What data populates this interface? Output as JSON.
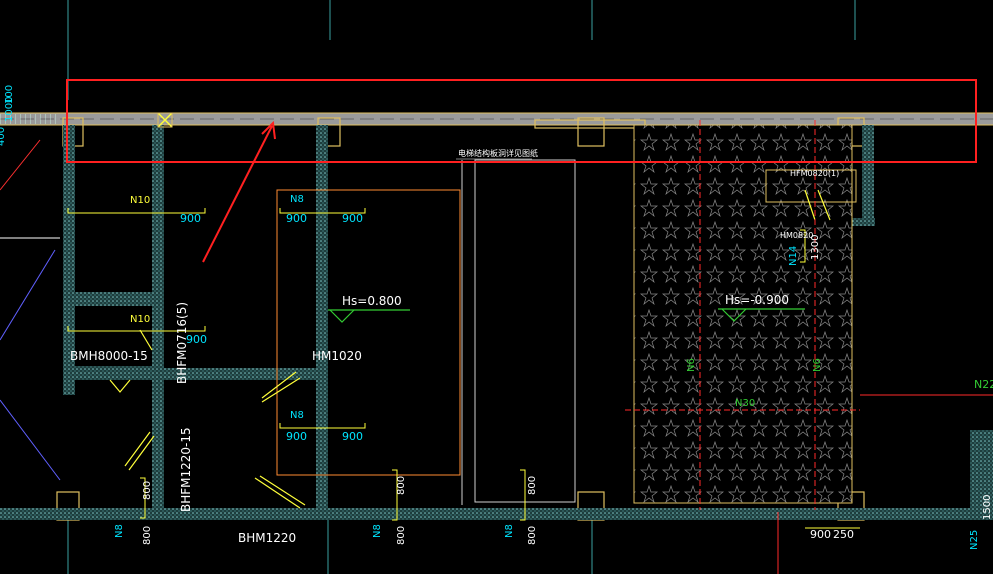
{
  "drawing": {
    "annotation_note": "电梯结构板洞详见图纸",
    "labels": {
      "n10_a": "N10",
      "n10_b": "N10",
      "n8_a": "N8",
      "n8_b": "N8",
      "n8_c": "N8",
      "n8_d": "N8",
      "n8_e": "N8",
      "n14": "N14",
      "n6_left": "N6",
      "n6_right": "N6",
      "n30": "N30",
      "n22": "N22",
      "n25": "N25"
    },
    "dims": {
      "d900_1": "900",
      "d900_2": "900",
      "d900_3": "900",
      "d900_4": "900",
      "d900_5": "900",
      "d900_6": "900",
      "d900_bottom": "900",
      "d250": "250",
      "v1000": "1000",
      "v800_1": "800",
      "v800_2": "800",
      "v800_3": "800",
      "v800_4": "800",
      "v800_5": "800",
      "v800_6": "800",
      "v1300": "1300",
      "v1500": "1500",
      "v100_top": "100",
      "v400_top": "400"
    },
    "door_tags": {
      "bmh8000": "BMH8000-15",
      "bhfm0716": "BHFM0716(5)",
      "hm1020": "HM1020",
      "bhfm1220": "BHFM1220-15",
      "bhm1220": "BHM1220",
      "hfm0820": "HFM0820(1)",
      "hm0820": "HM0820"
    },
    "elevations": {
      "hs_left": "Hs=0.800",
      "hs_right": "Hs=-0.900"
    }
  },
  "colors": {
    "background": "#000000",
    "wall_hatch": "#5fb6b6",
    "cyan": "#00e5ff",
    "yellow": "#ffff3a",
    "orange": "#ff8c32",
    "red_marker": "#ff2a2a",
    "green": "#33cc33",
    "white": "#e8e8e8",
    "gray_band": "#9a9a9a"
  }
}
